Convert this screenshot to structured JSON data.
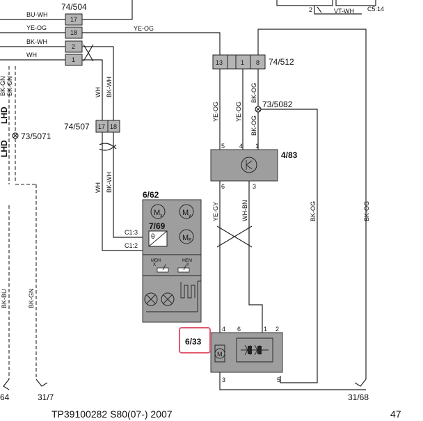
{
  "connectors": {
    "c74_504": {
      "id": "74/504",
      "pins": [
        "17",
        "18",
        "2",
        "1"
      ]
    },
    "c74_512": {
      "id": "74/512",
      "pins": [
        "13",
        "1",
        "8"
      ]
    },
    "c74_507": {
      "id": "74/507",
      "pins": [
        "17",
        "18"
      ]
    }
  },
  "ground_points": {
    "g73_5082": "73/5082",
    "g73_5071": "73/5071"
  },
  "wire_colors": {
    "bu_wh": "BU-WH",
    "ye_og_left": "YE-OG",
    "bk_wh_left": "BK-WH",
    "wh_left": "WH",
    "ye_og_top": "YE-OG",
    "wh_vert": "WH",
    "bk_wh_vert": "BK-WH",
    "wh_vert_low": "WH",
    "bk_wh_vert_low": "BK-WH",
    "ye_og_512a": "YE-OG",
    "ye_og_512b": "YE-OG",
    "bk_og_512": "BK-OG",
    "bk_og_512b": "BK-OG",
    "ye_gy": "YE-GY",
    "wh_bn": "WH-BN",
    "bk_og_right": "BK-OG",
    "bk_og_far": "BK-OG",
    "vt_wh": "VT-WH",
    "bk_gn_1": "BK-GN",
    "bk_gn_2": "BK-GN",
    "bk_bu_low": "BK-BU",
    "bk_gn_low": "BK-GN",
    "lhd_1": "LHD",
    "lhd_2": "LHD"
  },
  "components": {
    "c4_83": {
      "id": "4/83",
      "pins_top": [
        "5",
        "4",
        "1"
      ],
      "pins_bottom": [
        "6",
        "3"
      ]
    },
    "c6_62": {
      "id": "6/62",
      "sub_id": "7/69",
      "motor_x": "M",
      "motor_x_sub": "x",
      "motor_y": "M",
      "motor_y_sub": "y",
      "motor_f": "M",
      "motor_f_sub": "F",
      "theta": "θ",
      "mem_x": "MEM",
      "mem_x_axis": "X",
      "mem_y": "MEM",
      "mem_y_axis": "Y",
      "pin_c1_3": "C1:3",
      "pin_c1_2": "C1:2"
    },
    "c6_33": {
      "id": "6/33",
      "motor": "M",
      "pins_top": [
        "4",
        "6",
        "1",
        "2"
      ],
      "pins_bottom": [
        "3",
        "5"
      ]
    }
  },
  "top_right": {
    "pin": "2",
    "connector": "C5:14"
  },
  "terminals": {
    "t_left": "64",
    "t_mid": "31/7",
    "t_right": "31/68"
  },
  "footer": {
    "reference": "TP39100282 S80(07-) 2007",
    "page": "47"
  }
}
